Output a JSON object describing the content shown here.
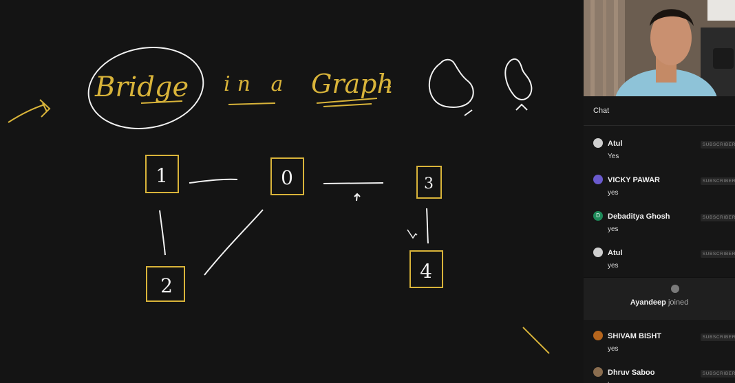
{
  "whiteboard": {
    "title_word_1": "Bridge",
    "title_word_2": "in a",
    "title_word_3": "Graph",
    "nodes": [
      {
        "label": "1"
      },
      {
        "label": "0"
      },
      {
        "label": "3"
      },
      {
        "label": "2"
      },
      {
        "label": "4"
      }
    ],
    "colors": {
      "background": "#141414",
      "ink_yellow": "#d9b43a",
      "ink_white": "#f2f2f2"
    }
  },
  "chat": {
    "title": "Chat",
    "messages": [
      {
        "author": "Atul",
        "text": "Yes",
        "badge": "SUBSCRIBER",
        "avatar_color": "#cfcfcf"
      },
      {
        "author": "VICKY PAWAR",
        "text": "yes",
        "badge": "SUBSCRIBER",
        "avatar_color": "#6a5acd"
      },
      {
        "author": "Debaditya Ghosh",
        "text": "yes",
        "badge": "SUBSCRIBER",
        "avatar_color": "#1e8a5a",
        "avatar_letter": "D"
      },
      {
        "author": "Atul",
        "text": "yes",
        "badge": "SUBSCRIBER",
        "avatar_color": "#cfcfcf"
      }
    ],
    "join_notice": {
      "name": "Ayandeep",
      "verb": "joined"
    },
    "messages_after": [
      {
        "author": "SHIVAM BISHT",
        "text": "yes",
        "badge": "SUBSCRIBER",
        "avatar_color": "#b5651d"
      },
      {
        "author": "Dhruv Saboo",
        "text": "haa",
        "badge": "SUBSCRIBER",
        "avatar_color": "#8a6d4f"
      }
    ]
  }
}
